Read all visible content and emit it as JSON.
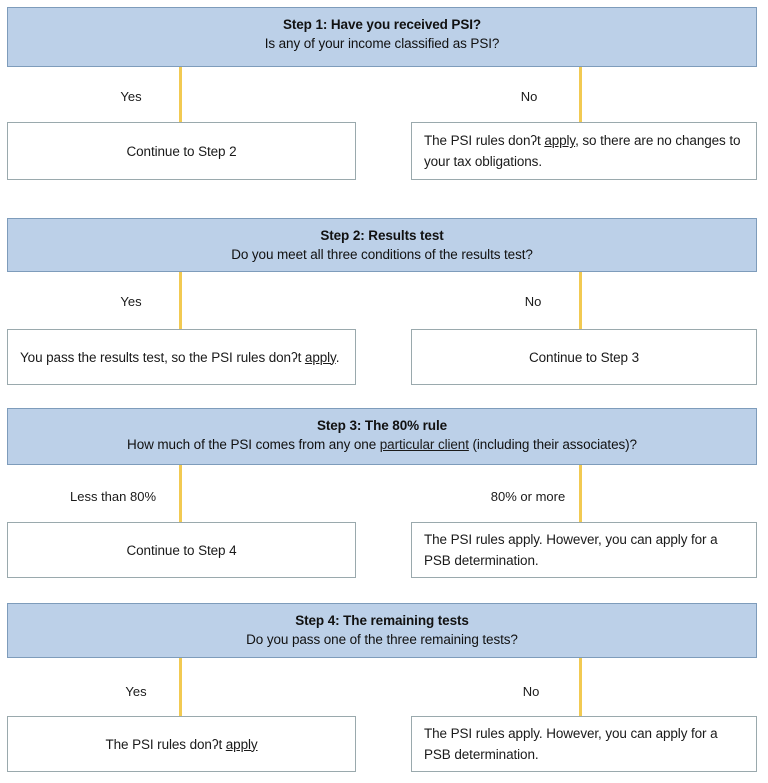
{
  "diagram": {
    "title": "PSI decision flowchart",
    "colors": {
      "header_fill": "#bcd0e8",
      "header_border": "#7e9cbb",
      "box_border": "#9aa9ad",
      "connector": "#f2ca52",
      "text": "#1a1a1a"
    }
  },
  "steps": [
    {
      "id": "step-1",
      "header": {
        "title": "Step 1: Have you received PSI?",
        "subtitle": "Is any of your income classified as PSI?"
      },
      "branches": [
        {
          "label": "Yes",
          "outcome_prefix": "Continue to Step 2",
          "outcome_link": "",
          "outcome_suffix": "",
          "align": "center"
        },
        {
          "label": "No",
          "outcome_prefix": "The PSI rules donʔt ",
          "outcome_link": "apply",
          "outcome_suffix": ", so there are no changes to your tax obligations.",
          "align": "left"
        }
      ]
    },
    {
      "id": "step-2",
      "header": {
        "title": "Step 2: Results test",
        "subtitle": "Do you meet all three conditions of the results test?"
      },
      "branches": [
        {
          "label": "Yes",
          "outcome_prefix": "You pass the results test, so the PSI rules donʔt ",
          "outcome_link": "apply",
          "outcome_suffix": ".",
          "align": "left"
        },
        {
          "label": "No",
          "outcome_prefix": "Continue to Step 3",
          "outcome_link": "",
          "outcome_suffix": "",
          "align": "center"
        }
      ]
    },
    {
      "id": "step-3",
      "header": {
        "title": "Step 3: The 80% rule",
        "subtitle_prefix": "How much of the PSI comes from any one ",
        "subtitle_link": "particular client",
        "subtitle_suffix": " (including their associates)?"
      },
      "branches": [
        {
          "label": "Less than 80%",
          "outcome_prefix": "Continue to Step 4",
          "outcome_link": "",
          "outcome_suffix": "",
          "align": "center"
        },
        {
          "label": "80% or more",
          "outcome_prefix": "The PSI rules apply. However, you can apply for a PSB determination.",
          "outcome_link": "",
          "outcome_suffix": "",
          "align": "left"
        }
      ]
    },
    {
      "id": "step-4",
      "header": {
        "title": "Step 4: The remaining tests",
        "subtitle": "Do you pass one of the three remaining tests?"
      },
      "branches": [
        {
          "label": "Yes",
          "outcome_prefix": "The PSI rules donʔt ",
          "outcome_link": "apply",
          "outcome_suffix": "",
          "align": "center"
        },
        {
          "label": "No",
          "outcome_prefix": "The PSI rules apply. However, you can apply for a PSB determination.",
          "outcome_link": "",
          "outcome_suffix": "",
          "align": "left"
        }
      ]
    }
  ]
}
